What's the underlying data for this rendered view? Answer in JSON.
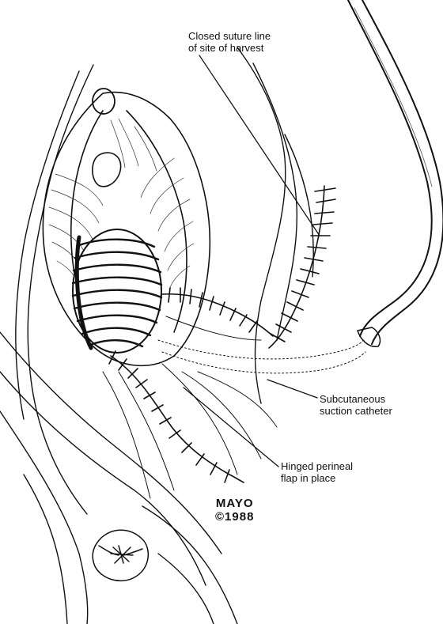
{
  "labels": {
    "closed_suture": {
      "line1": "Closed suture line",
      "line2": "of site of harvest"
    },
    "subcutaneous_catheter": {
      "line1": "Subcutaneous",
      "line2": "suction catheter"
    },
    "hinged_flap": {
      "line1": "Hinged perineal",
      "line2": "flap in place"
    }
  },
  "credit": {
    "org": "MAYO",
    "year": "©1988"
  },
  "colors": {
    "ink": "#111111",
    "background": "#ffffff"
  }
}
